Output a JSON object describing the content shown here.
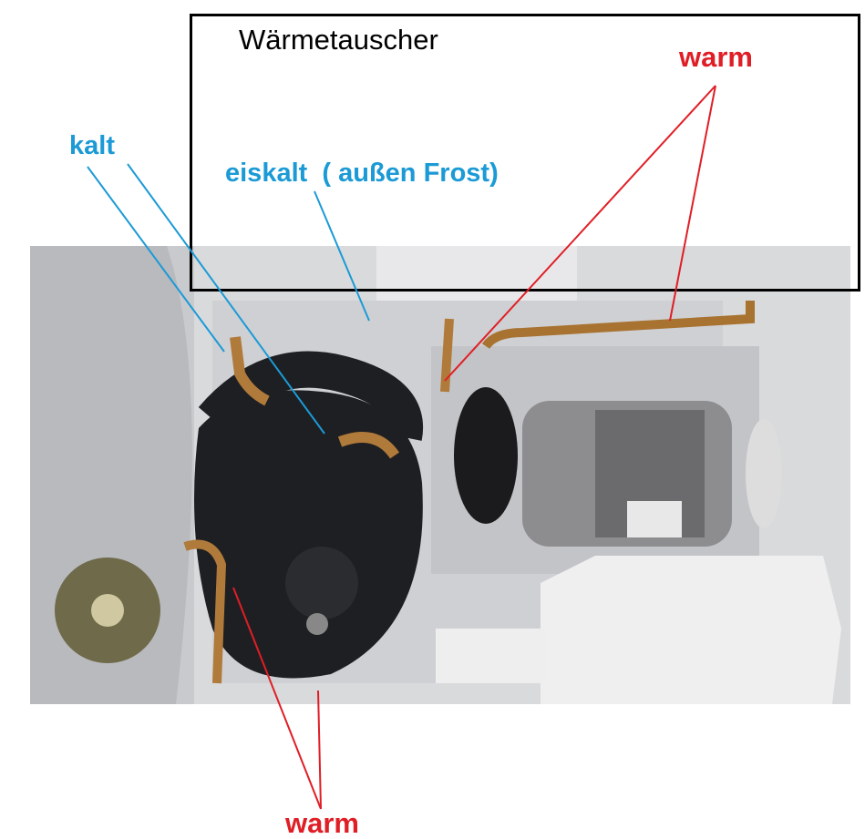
{
  "labels": {
    "heat_exchanger": "Wärmetauscher",
    "warm_top": "warm",
    "cold": "kalt",
    "ice_cold": "eiskalt  ( außen Frost)",
    "warm_bottom": "warm"
  },
  "colors": {
    "blue": "#1b9ad6",
    "red": "#e01e26",
    "box": "#000000"
  }
}
